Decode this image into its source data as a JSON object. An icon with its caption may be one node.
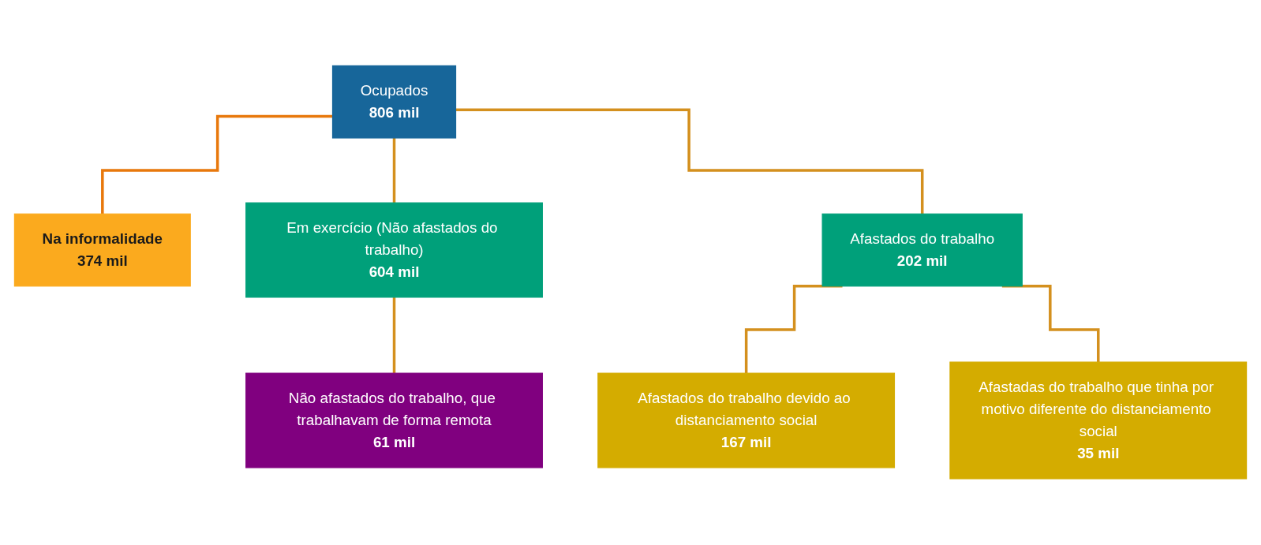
{
  "diagram": {
    "nodes": [
      {
        "text": [
          "Ocupados",
          "806 mil"
        ]
      },
      {
        "text": [
          "Na informalidade",
          "374 mil"
        ]
      },
      {
        "text": [
          "Em exercício (Não afastados do trabalho)",
          "604 mil"
        ]
      },
      {
        "text": [
          "Afastados do trabalho",
          "202 mil"
        ]
      },
      {
        "text": [
          "Não afastados do trabalho, que trabalhavam de forma remota",
          "61 mil"
        ]
      },
      {
        "text": [
          "Afastados do trabalho devido ao distanciamento social",
          "167 mil"
        ]
      },
      {
        "text": [
          "Afastadas do trabalho que tinha por motivo diferente do distanciamento social",
          "35 mil"
        ]
      }
    ],
    "edges": [
      {
        "from": 0,
        "to": 1,
        "arrow": "none",
        "color": "#e8780c"
      },
      {
        "from": 0,
        "to": 2,
        "arrow": "none"
      },
      {
        "from": 0,
        "to": 3,
        "arrow": "none"
      },
      {
        "from": 2,
        "to": 4,
        "arrow": "none"
      },
      {
        "from": 3,
        "to": 5,
        "arrow": "none"
      },
      {
        "from": 3,
        "to": 6,
        "arrow": "none"
      }
    ]
  }
}
